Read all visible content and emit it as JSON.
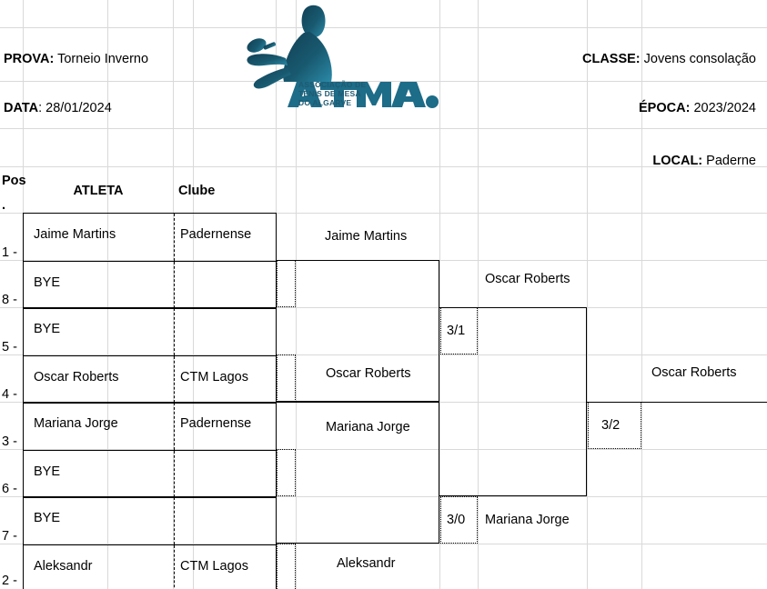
{
  "header": {
    "prova_label": "PROVA:",
    "prova_value": "Torneio Inverno",
    "classe_label": "CLASSE:",
    "classe_value": "Jovens consolação",
    "data_label": "DATA",
    "data_value": ": 28/01/2024",
    "epoca_label": "ÉPOCA:",
    "epoca_value": "2023/2024",
    "local_label": "LOCAL:",
    "local_value": "Paderne"
  },
  "logo": {
    "name": "atma-logo",
    "wordmark": "ATMA.",
    "subtitle": "ASSOCIAÇÃO DE\nTENIS DE MESA\nDO ALGARVE",
    "color": "#16506b",
    "accent": "#2a7e9c"
  },
  "table": {
    "columns": {
      "pos": "Pos\n.",
      "pos_line1": "Pos",
      "pos_line2": ".",
      "atleta": "ATLETA",
      "clube": "Clube"
    }
  },
  "bracket": {
    "round1": [
      {
        "pos": "1 -",
        "athlete": "Jaime Martins",
        "club": "Padernense",
        "score": ""
      },
      {
        "pos": "8 -",
        "athlete": "BYE",
        "club": "",
        "score": ""
      },
      {
        "pos": "5 -",
        "athlete": "BYE",
        "club": "",
        "score": ""
      },
      {
        "pos": "4 -",
        "athlete": "Oscar Roberts",
        "club": "CTM Lagos",
        "score": ""
      },
      {
        "pos": "3 -",
        "athlete": "Mariana Jorge",
        "club": "Padernense",
        "score": ""
      },
      {
        "pos": "6 -",
        "athlete": "BYE",
        "club": "",
        "score": ""
      },
      {
        "pos": "7 -",
        "athlete": "BYE",
        "club": "",
        "score": ""
      },
      {
        "pos": "2 -",
        "athlete": "Aleksandr",
        "club": "CTM Lagos",
        "score": ""
      }
    ],
    "round2": [
      {
        "winner": "Jaime Martins",
        "score": ""
      },
      {
        "winner": "Oscar Roberts",
        "score": "3/1"
      },
      {
        "winner": "Mariana Jorge",
        "score": ""
      },
      {
        "winner": "Aleksandr",
        "score": "3/0"
      }
    ],
    "round3": [
      {
        "winner": "Oscar Roberts",
        "score": "3/2"
      },
      {
        "winner": "Mariana Jorge",
        "score": ""
      }
    ],
    "final": [
      {
        "winner": "Oscar Roberts"
      }
    ]
  }
}
